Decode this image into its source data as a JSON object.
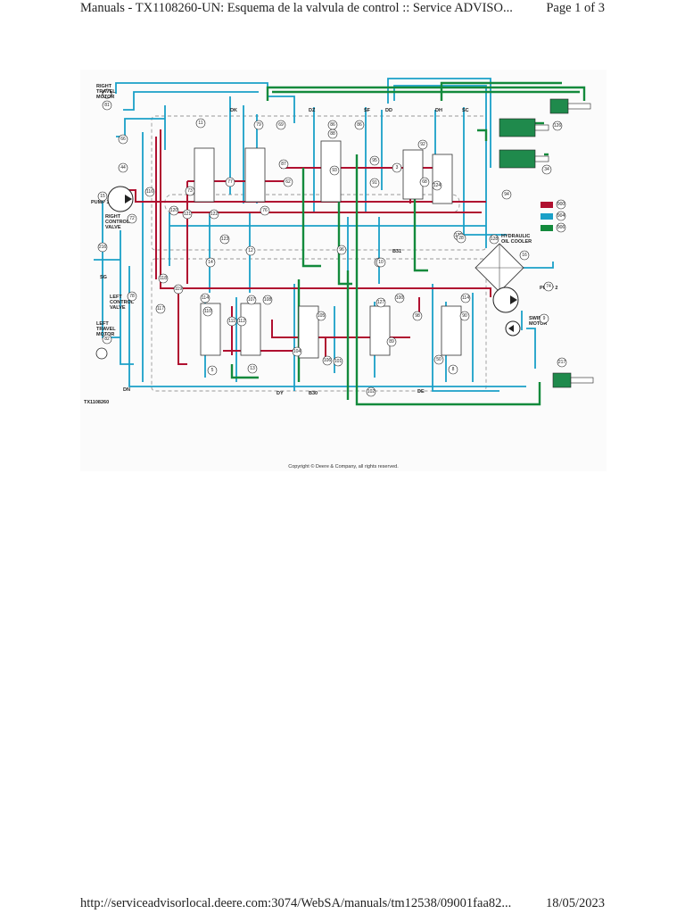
{
  "header": {
    "title": "Manuals - TX1108260-UN: Esquema de la valvula de control :: Service ADVISO...",
    "pages": "Page 1 of 3"
  },
  "footer": {
    "url": "http://serviceadvisorlocal.deere.com:3074/WebSA/manuals/tm12538/09001faa82...",
    "date": "18/05/2023"
  },
  "schematic": {
    "figure_id": "TX1108260",
    "copyright": "Copyright © Deere & Company, all rights reserved.",
    "labels": {
      "right_travel_motor": [
        "RIGHT",
        "TRAVEL",
        "MOTOR"
      ],
      "pump1": "PUMP 1",
      "right_control_valve": [
        "RIGHT",
        "CONTROL",
        "VALVE"
      ],
      "left_control_valve": [
        "LEFT",
        "CONTROL",
        "VALVE"
      ],
      "left_travel_motor": [
        "LEFT",
        "TRAVEL",
        "MOTOR"
      ],
      "hydraulic_oil_cooler": [
        "HYDRAULIC",
        "OIL COOLER"
      ],
      "pump2": "PUMP 2",
      "swing_motor": [
        "SWING",
        "MOTOR"
      ]
    },
    "ports_top": [
      "DK",
      "DZ",
      "SF",
      "DD",
      "DH",
      "SC"
    ],
    "ports_bottom": [
      "DN",
      "DY",
      "B30",
      "DE"
    ],
    "port_misc": [
      "SG",
      "B31"
    ],
    "legend": [
      "900",
      "904",
      "906"
    ],
    "colors": {
      "pressure": "#b01030",
      "return": "#1aa0c8",
      "pilot": "#138a3c"
    },
    "callouts": [
      "81",
      "66",
      "44",
      "15",
      "116",
      "72",
      "120",
      "121",
      "122",
      "123",
      "216",
      "118",
      "119",
      "117",
      "78",
      "82",
      "11",
      "77",
      "73",
      "79",
      "76",
      "69",
      "87",
      "62",
      "88",
      "86",
      "86",
      "95",
      "91",
      "93",
      "92",
      "3",
      "96",
      "68",
      "124",
      "94",
      "125",
      "126",
      "34",
      "128",
      "16",
      "74",
      "28",
      "2",
      "10",
      "14",
      "12",
      "114",
      "110",
      "107",
      "108",
      "111",
      "112",
      "5",
      "13",
      "105",
      "104",
      "106",
      "101",
      "127",
      "100",
      "98",
      "89",
      "102",
      "50",
      "114",
      "90",
      "8",
      "9",
      "217",
      "127"
    ]
  }
}
